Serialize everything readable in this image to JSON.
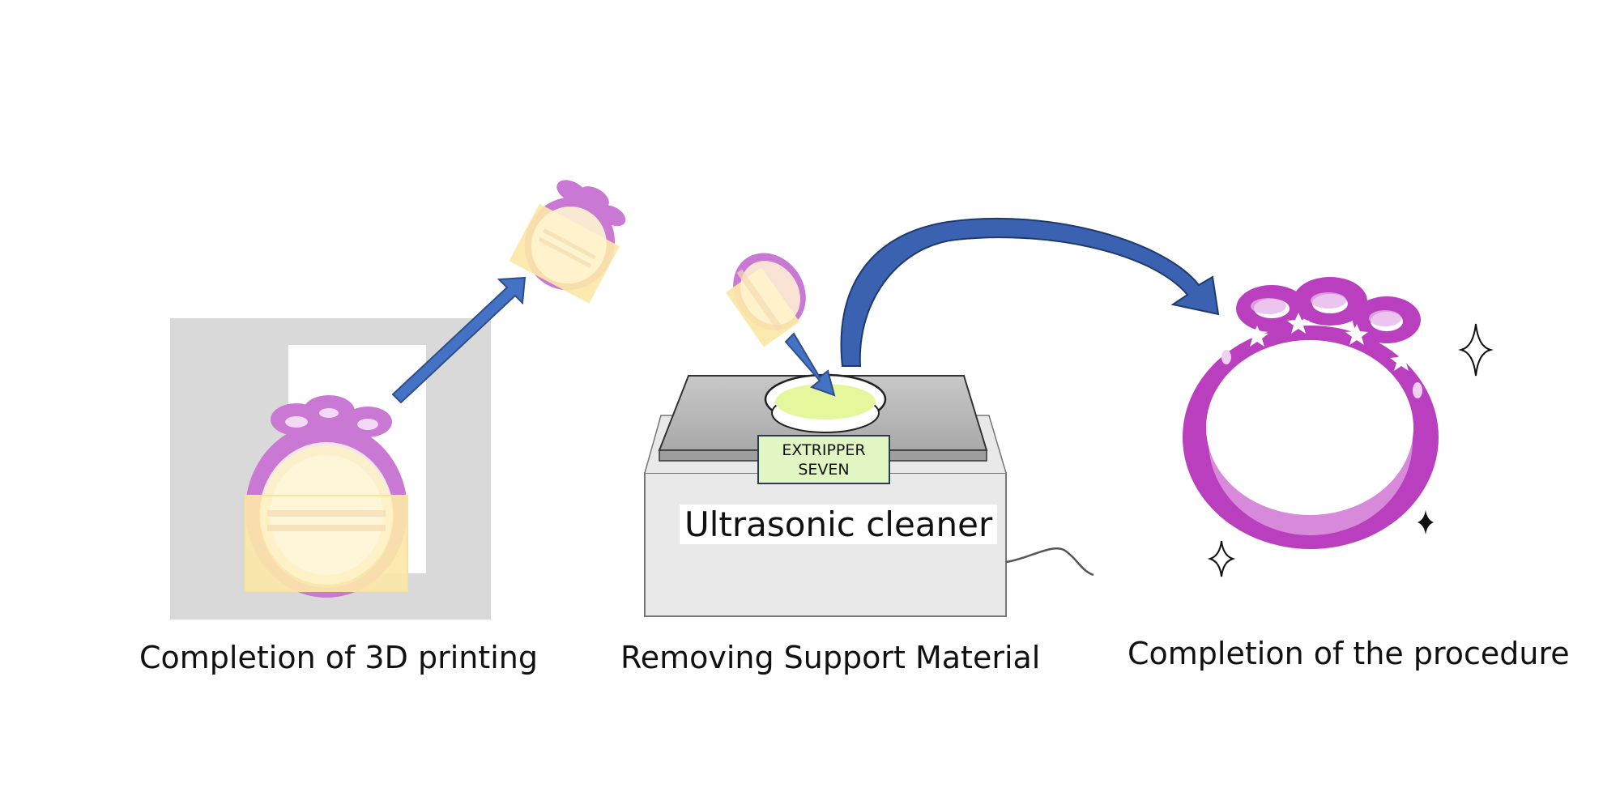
{
  "steps": [
    {
      "caption": "Completion of 3D printing"
    },
    {
      "caption": "Removing Support Material"
    },
    {
      "caption": "Completion of the procedure"
    }
  ],
  "device": {
    "label": "Ultrasonic cleaner",
    "brand_line1": "EXTRIPPER",
    "brand_line2": "SEVEN"
  },
  "colors": {
    "arrow": "#4472c4",
    "ring": "#b93fbf",
    "ring_light": "#cc7fd8",
    "support": "#fbeab0",
    "solution": "#e4f79c",
    "printer": "#d9d9d9",
    "cleaner_body": "#e9e9e9",
    "cleaner_top": "#bdbdbd"
  }
}
